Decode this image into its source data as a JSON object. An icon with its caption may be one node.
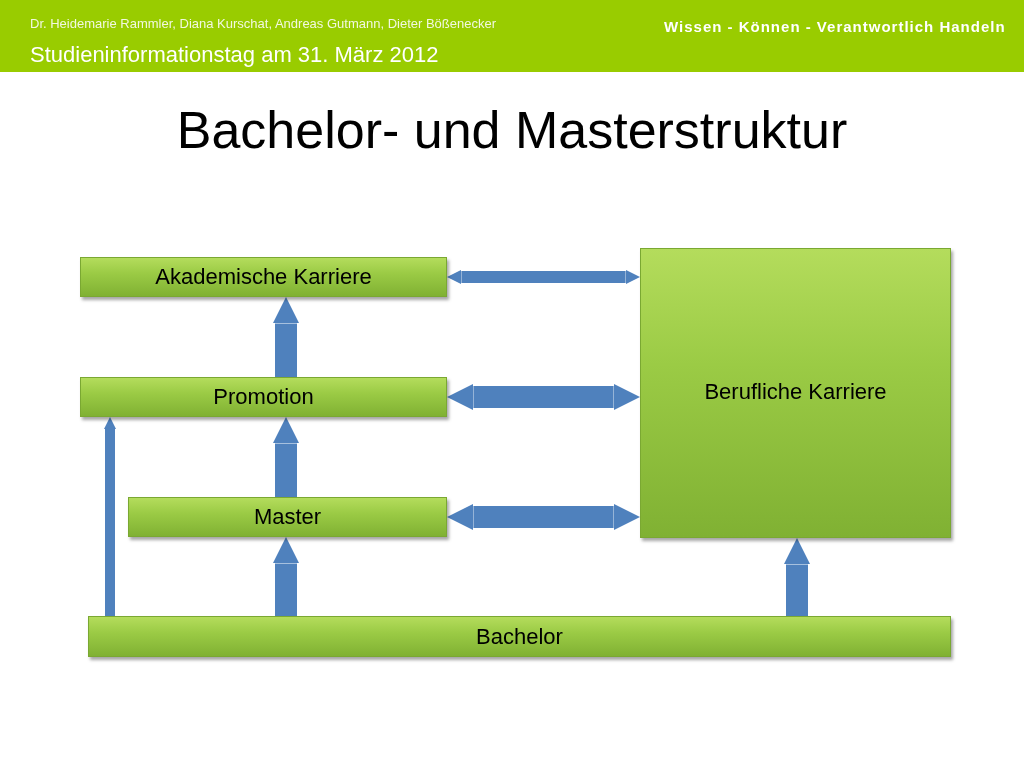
{
  "diagram": {
    "title": "Bachelor- und Masterstruktur",
    "nodes": [
      {
        "text": [
          "Akademische Karriere"
        ]
      },
      {
        "text": [
          "Promotion"
        ]
      },
      {
        "text": [
          "Master"
        ]
      },
      {
        "text": [
          "Berufliche Karriere"
        ]
      },
      {
        "text": [
          "Bachelor"
        ]
      }
    ],
    "edges": [
      {
        "from": 1,
        "to": 0,
        "arrow": "to"
      },
      {
        "from": 2,
        "to": 1,
        "arrow": "to"
      },
      {
        "from": 4,
        "to": 2,
        "arrow": "to"
      },
      {
        "from": 4,
        "to": 1,
        "arrow": "to"
      },
      {
        "from": 4,
        "to": 3,
        "arrow": "to"
      },
      {
        "from": 0,
        "to": 3,
        "arrow": "both"
      },
      {
        "from": 1,
        "to": 3,
        "arrow": "both"
      },
      {
        "from": 2,
        "to": 3,
        "arrow": "both"
      }
    ],
    "labels": [
      "Dr. Heidemarie Rammler, Diana Kurschat, Andreas Gutmann, Dieter Bößenecker",
      "Studieninformationstag am 31. März 2012",
      "Wissen - Können - Verantwortlich Handeln"
    ]
  }
}
